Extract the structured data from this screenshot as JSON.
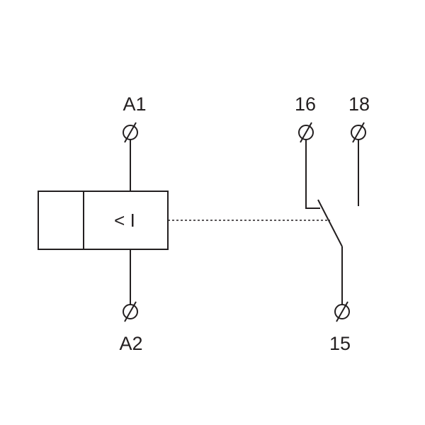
{
  "terminals": {
    "a1": "A1",
    "a2": "A2",
    "t16": "16",
    "t18": "18",
    "t15": "15"
  },
  "coil": {
    "symbol": "< I"
  },
  "colors": {
    "line": "#231f20",
    "background": "#ffffff"
  }
}
